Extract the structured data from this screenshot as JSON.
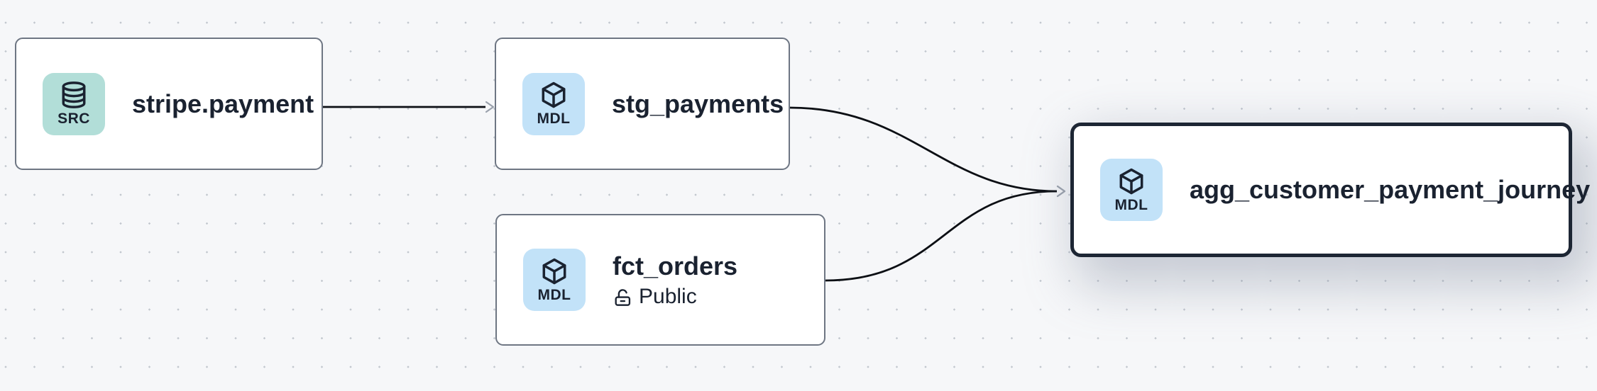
{
  "canvas": {
    "background": "#f6f7f9",
    "dot_color": "#c3c8cf"
  },
  "colors": {
    "node_border": "#6e7683",
    "selected_node_border": "#1d2634",
    "edge": "#0c0f14",
    "arrowhead": "#9aa1ac",
    "text": "#1a2230",
    "src_badge_bg": "#b2ded8",
    "mdl_badge_bg": "#c2e2f8"
  },
  "nodes": [
    {
      "label": "stripe.payment",
      "badge": "SRC",
      "icon": "database",
      "kind": "source",
      "selected": false
    },
    {
      "label": "stg_payments",
      "badge": "MDL",
      "icon": "cube",
      "kind": "model",
      "selected": false
    },
    {
      "label": "fct_orders",
      "badge": "MDL",
      "icon": "cube",
      "kind": "model",
      "visibility": "Public",
      "visibility_icon": "unlock",
      "selected": false
    },
    {
      "label": "agg_customer_payment_journey",
      "badge": "MDL",
      "icon": "cube",
      "kind": "model",
      "selected": true
    }
  ],
  "edges": [
    {
      "from": "stripe.payment",
      "to": "stg_payments"
    },
    {
      "from": "stg_payments",
      "to": "agg_customer_payment_journey"
    },
    {
      "from": "fct_orders",
      "to": "agg_customer_payment_journey"
    }
  ]
}
